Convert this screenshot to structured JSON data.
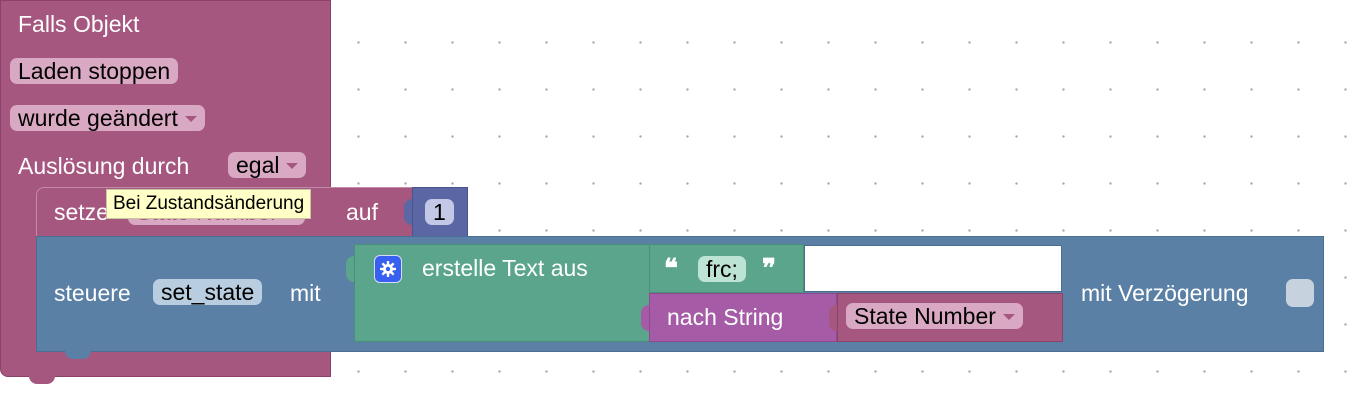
{
  "event_block": {
    "title": "Falls Objekt",
    "object_name": "Laden stoppen",
    "condition": "wurde geändert",
    "trigger_label": "Auslösung durch",
    "trigger_value": "egal"
  },
  "set_block": {
    "label": "setze",
    "variable": "State Number",
    "to_label": "auf",
    "value": "1"
  },
  "tooltip": {
    "text": "Bei Zustandsänderung"
  },
  "control_block": {
    "label": "steuere",
    "target": "set_state",
    "with_label": "mit",
    "delay_label": "mit Verzögerung"
  },
  "text_join": {
    "label": "erstelle Text aus",
    "open_quote": "❝",
    "string_value": "frc;",
    "close_quote": "❞"
  },
  "to_string": {
    "label": "nach String",
    "variable": "State Number"
  },
  "colors": {
    "event": "#a5577f",
    "number": "#5b67a5",
    "control": "#5b80a5",
    "text": "#5ba58c",
    "convert": "#a55ba5"
  }
}
